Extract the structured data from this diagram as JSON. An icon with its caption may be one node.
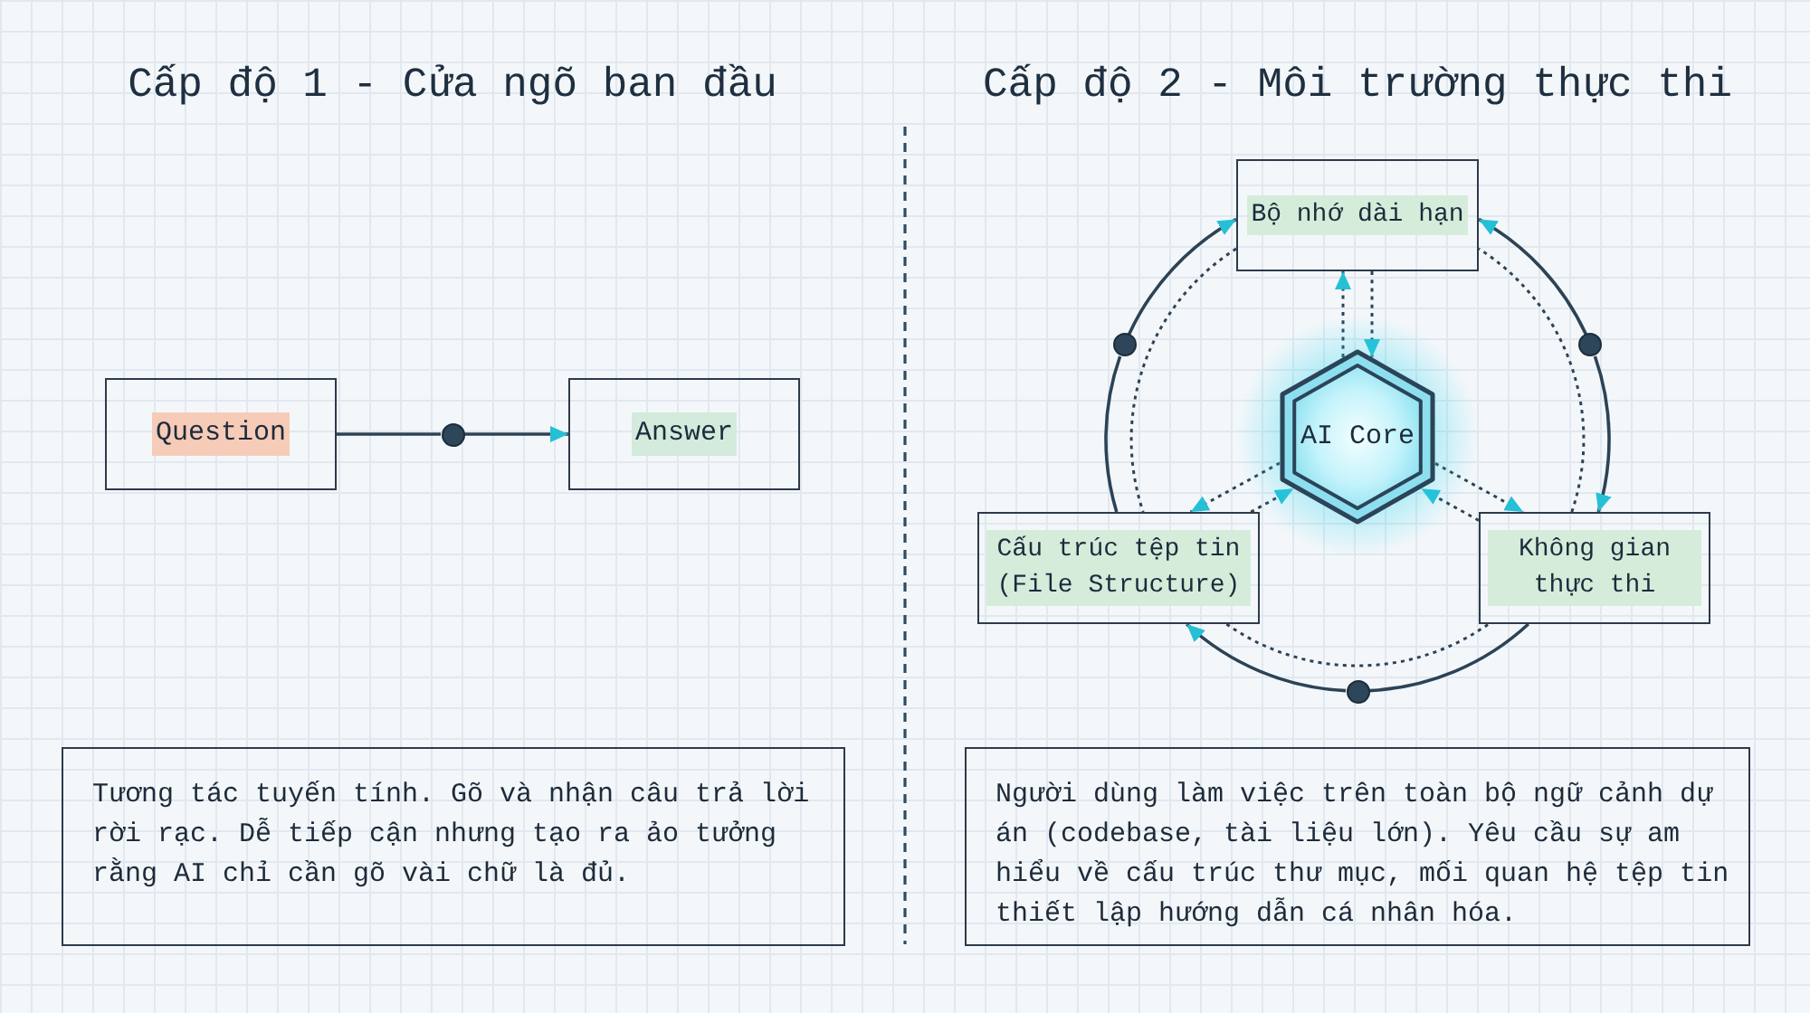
{
  "diagram": {
    "nodes": [
      {
        "text": [
          "Question"
        ]
      },
      {
        "text": [],
        "shape": "circle"
      },
      {
        "text": [
          "Answer"
        ]
      },
      {
        "text": [
          "Bộ nhớ dài hạn"
        ]
      },
      {
        "text": [],
        "shape": "circle"
      },
      {
        "text": [],
        "shape": "circle"
      },
      {
        "text": [
          "AI Core"
        ]
      },
      {
        "text": [
          "Cấu trúc tệp tin (File Structure)"
        ]
      },
      {
        "text": [
          "Không gian thực thi"
        ]
      },
      {
        "text": [],
        "shape": "circle"
      },
      {
        "text": [
          "Tương tác tuyến tính. Gõ và nhận câu trả lời rời rạc. Dễ tiếp cận nhưng tạo ra ảo tưởng rằng AI chỉ cần gõ vài chữ là đủ."
        ]
      },
      {
        "text": [
          "Người dùng làm việc trên toàn bộ ngữ cảnh dự án (codebase, tài liệu lớn). Yêu cầu sự am hiểu về cấu trúc thư mục, mối quan hệ tệp tin thiết lập hướng dẫn cá nhân hóa."
        ]
      }
    ],
    "edges": [
      {
        "from": 0,
        "to": 1,
        "arrow": "none"
      },
      {
        "from": 1,
        "to": 2,
        "arrow": "to"
      },
      {
        "from": 7,
        "to": 4,
        "arrow": "none"
      },
      {
        "from": 4,
        "to": 3,
        "arrow": "to"
      },
      {
        "from": 5,
        "to": 3,
        "arrow": "to"
      },
      {
        "from": 5,
        "to": 8,
        "arrow": "to"
      },
      {
        "from": 8,
        "to": 9,
        "arrow": "none"
      },
      {
        "from": 9,
        "to": 7,
        "arrow": "to"
      },
      {
        "from": 3,
        "to": 7,
        "arrow": "none",
        "style": "dashed"
      },
      {
        "from": 8,
        "to": 3,
        "arrow": "none",
        "style": "dashed"
      },
      {
        "from": 7,
        "to": 8,
        "arrow": "none",
        "style": "dashed"
      },
      {
        "from": 6,
        "to": 3,
        "arrow": "to",
        "style": "dashed"
      },
      {
        "from": 3,
        "to": 6,
        "arrow": "to",
        "style": "dashed"
      },
      {
        "from": 6,
        "to": 7,
        "arrow": "to",
        "style": "dashed"
      },
      {
        "from": 7,
        "to": 6,
        "arrow": "to",
        "style": "dashed"
      },
      {
        "from": 6,
        "to": 8,
        "arrow": "to",
        "style": "dashed"
      },
      {
        "from": 8,
        "to": 6,
        "arrow": "to",
        "style": "dashed"
      }
    ],
    "labels": [
      "Cấp độ 1 - Cửa ngõ ban đầu",
      "Cấp độ 2 - Môi trường thực thi"
    ]
  }
}
